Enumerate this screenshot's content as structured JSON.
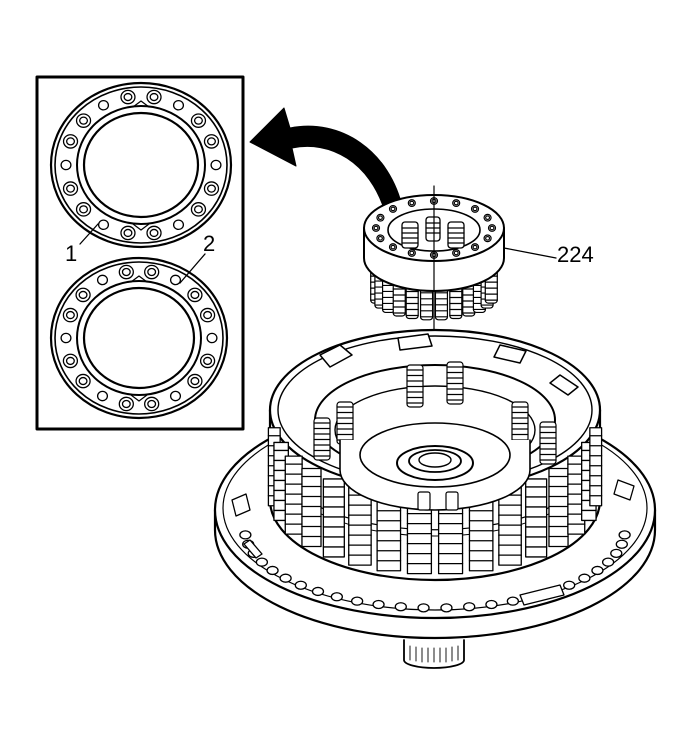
{
  "callouts": {
    "one": "1",
    "two": "2",
    "part": "224"
  },
  "colors": {
    "line": "#000000",
    "background": "#ffffff"
  }
}
